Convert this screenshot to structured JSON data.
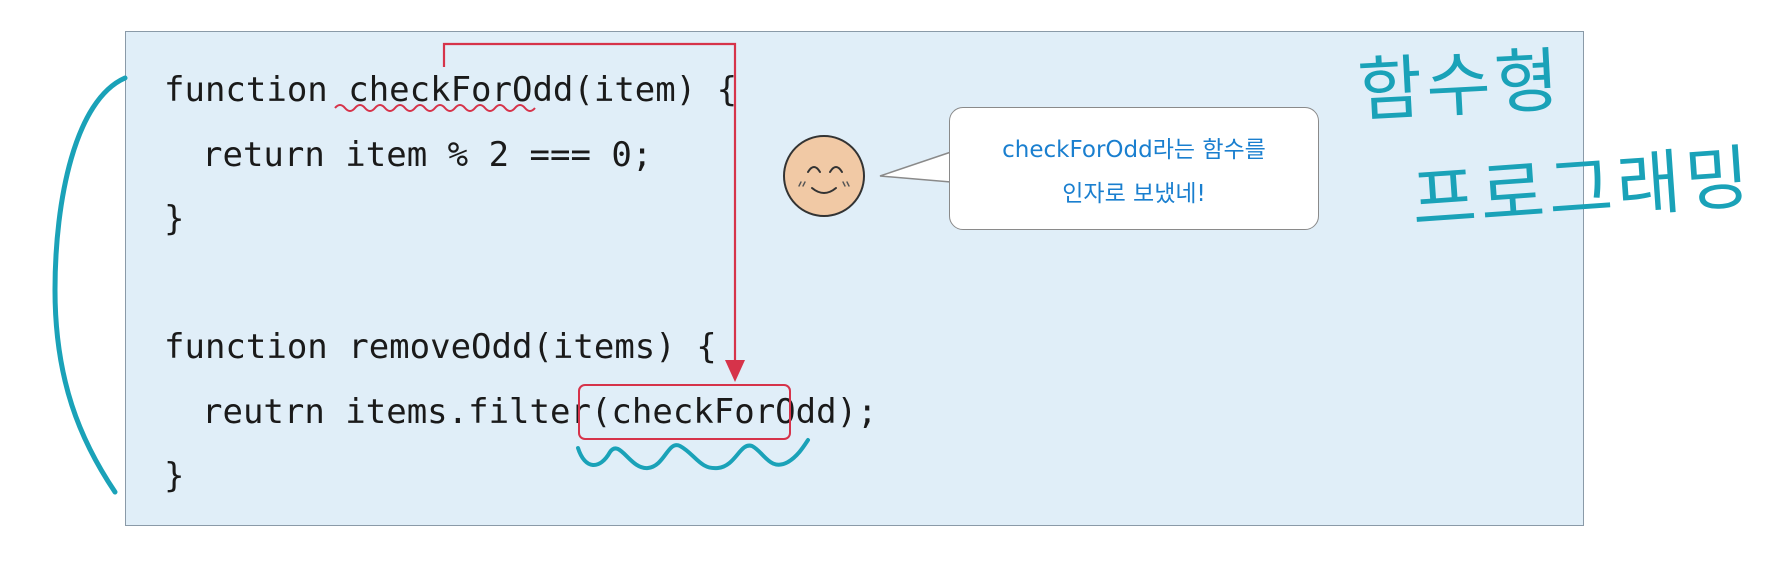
{
  "code": {
    "lines": [
      "function checkForOdd(item) {",
      "return item % 2 === 0;",
      "}",
      "function removeOdd(items) {",
      "reutrn items.filter(",
      "checkForOdd",
      ");",
      "}"
    ]
  },
  "callout": {
    "line1": "checkForOdd라는 함수를",
    "line2": "인자로 보냈네!"
  },
  "handwriting": {
    "line1": "함수형",
    "line2": "프로그래밍"
  },
  "colors": {
    "panel_bg": "#e0eef8",
    "accent_red": "#d6334a",
    "handwriting_teal": "#1aa2b8",
    "callout_text": "#1a7fcf"
  }
}
